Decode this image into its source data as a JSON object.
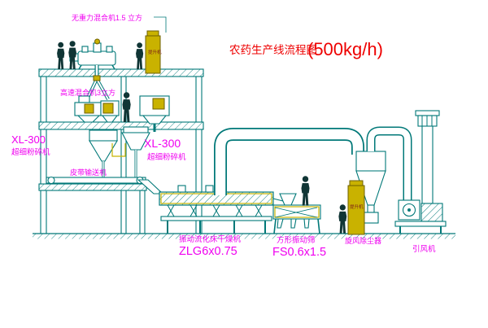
{
  "diagram": {
    "title": "农药生产线流程图",
    "capacity": "(500kg/h)"
  },
  "labels": {
    "gravity_mixer": "无重力混合机1.5 立方",
    "high_speed_mixer": "高速混合机3立方",
    "pulverizer_left_model": "XL-300",
    "pulverizer_left_name": "超细粉碎机",
    "pulverizer_mid_model": "XL-300",
    "pulverizer_mid_name": "超细粉碎机",
    "belt_conveyor": "皮带输送机",
    "dryer_name": "振动流化床干燥机",
    "dryer_model": "ZLG6x0.75",
    "screen_name": "方形振动筛",
    "screen_model": "FS0.6x1.5",
    "cyclone": "旋风除尘器",
    "induced_draft_fan": "引风机",
    "elevator_left": "提升机",
    "elevator_right": "提升机"
  },
  "colors": {
    "line": "#007878",
    "label_text": "#f000f0",
    "title_text": "#ee0000",
    "equipment_yellow": "#c9b200",
    "figure": "#103535",
    "background": "#ffffff"
  }
}
